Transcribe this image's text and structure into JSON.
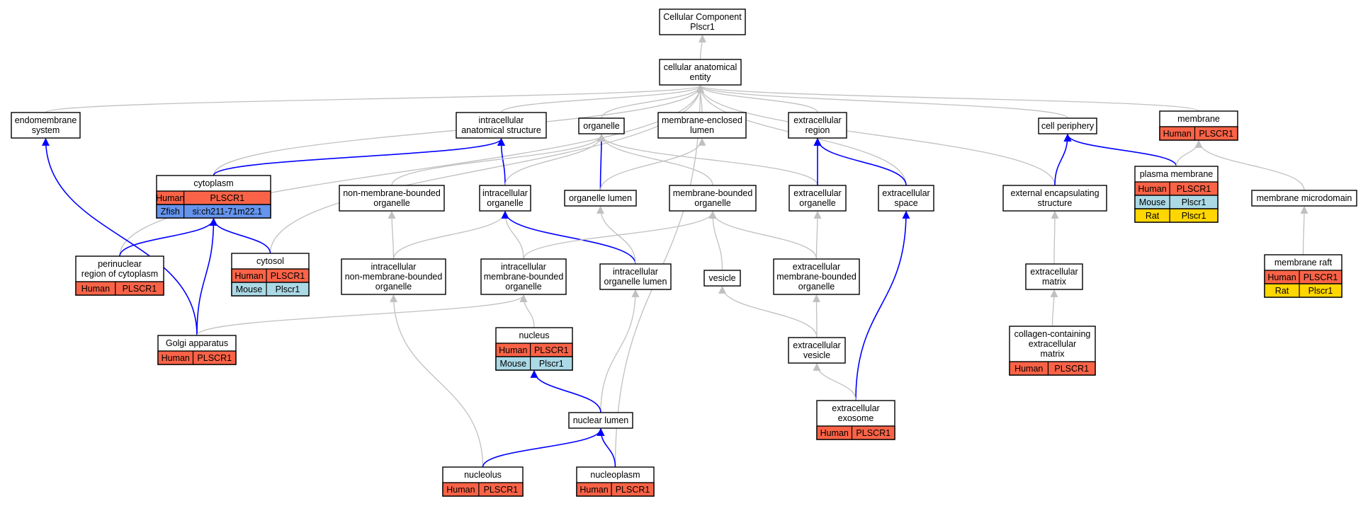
{
  "colors": {
    "human": "#fa6347",
    "mouse": "#abd9e6",
    "rat": "#ffd600",
    "zfish": "#6594ed",
    "edge_is_a": "#c0c0c0",
    "edge_part_of": "#0000ff",
    "node_border": "#000000"
  },
  "edge_types": {
    "gray": "is_a",
    "blue": "part_of"
  },
  "nodes": {
    "root": {
      "lines": [
        "Cellular Component",
        "Plscr1"
      ]
    },
    "cae": {
      "lines": [
        "cellular anatomical",
        "entity"
      ]
    },
    "endomembrane": {
      "lines": [
        "endomembrane",
        "system"
      ]
    },
    "ias": {
      "lines": [
        "intracellular",
        "anatomical structure"
      ]
    },
    "organelle": {
      "lines": [
        "organelle"
      ]
    },
    "mel": {
      "lines": [
        "membrane-enclosed",
        "lumen"
      ]
    },
    "ecr": {
      "lines": [
        "extracellular",
        "region"
      ]
    },
    "cellperiph": {
      "lines": [
        "cell periphery"
      ]
    },
    "membrane": {
      "lines": [
        "membrane"
      ],
      "rows": [
        [
          "Human",
          "PLSCR1"
        ]
      ]
    },
    "cytoplasm": {
      "lines": [
        "cytoplasm"
      ],
      "rows": [
        [
          "Human",
          "PLSCR1"
        ],
        [
          "Zfish",
          "si:ch211-71m22.1"
        ]
      ]
    },
    "nmbo": {
      "lines": [
        "non-membrane-bounded",
        "organelle"
      ]
    },
    "ico": {
      "lines": [
        "intracellular",
        "organelle"
      ]
    },
    "olumen": {
      "lines": [
        "organelle lumen"
      ]
    },
    "mbo": {
      "lines": [
        "membrane-bounded",
        "organelle"
      ]
    },
    "eco": {
      "lines": [
        "extracellular",
        "organelle"
      ]
    },
    "ecspace": {
      "lines": [
        "extracellular",
        "space"
      ]
    },
    "ees": {
      "lines": [
        "external encapsulating",
        "structure"
      ]
    },
    "pm": {
      "lines": [
        "plasma membrane"
      ],
      "rows": [
        [
          "Human",
          "PLSCR1"
        ],
        [
          "Mouse",
          "Plscr1"
        ],
        [
          "Rat",
          "Plscr1"
        ]
      ]
    },
    "mmd": {
      "lines": [
        "membrane microdomain"
      ]
    },
    "perinuc": {
      "lines": [
        "perinuclear",
        "region of cytoplasm"
      ],
      "rows": [
        [
          "Human",
          "PLSCR1"
        ]
      ]
    },
    "cytosol": {
      "lines": [
        "cytosol"
      ],
      "rows": [
        [
          "Human",
          "PLSCR1"
        ],
        [
          "Mouse",
          "Plscr1"
        ]
      ]
    },
    "inmbo": {
      "lines": [
        "intracellular",
        "non-membrane-bounded",
        "organelle"
      ]
    },
    "imbo": {
      "lines": [
        "intracellular",
        "membrane-bounded",
        "organelle"
      ]
    },
    "iol": {
      "lines": [
        "intracellular",
        "organelle lumen"
      ]
    },
    "vesicle": {
      "lines": [
        "vesicle"
      ]
    },
    "ecmbo": {
      "lines": [
        "extracellular",
        "membrane-bounded",
        "organelle"
      ]
    },
    "ecm": {
      "lines": [
        "extracellular",
        "matrix"
      ]
    },
    "raft": {
      "lines": [
        "membrane raft"
      ],
      "rows": [
        [
          "Human",
          "PLSCR1"
        ],
        [
          "Rat",
          "Plscr1"
        ]
      ]
    },
    "golgi": {
      "lines": [
        "Golgi apparatus"
      ],
      "rows": [
        [
          "Human",
          "PLSCR1"
        ]
      ]
    },
    "nucleus": {
      "lines": [
        "nucleus"
      ],
      "rows": [
        [
          "Human",
          "PLSCR1"
        ],
        [
          "Mouse",
          "Plscr1"
        ]
      ]
    },
    "ecves": {
      "lines": [
        "extracellular",
        "vesicle"
      ]
    },
    "collagen": {
      "lines": [
        "collagen-containing",
        "extracellular",
        "matrix"
      ],
      "rows": [
        [
          "Human",
          "PLSCR1"
        ]
      ]
    },
    "nuclumen": {
      "lines": [
        "nuclear lumen"
      ]
    },
    "exosome": {
      "lines": [
        "extracellular",
        "exosome"
      ],
      "rows": [
        [
          "Human",
          "PLSCR1"
        ]
      ]
    },
    "nucleolus": {
      "lines": [
        "nucleolus"
      ],
      "rows": [
        [
          "Human",
          "PLSCR1"
        ]
      ]
    },
    "nucleoplasm": {
      "lines": [
        "nucleoplasm"
      ],
      "rows": [
        [
          "Human",
          "PLSCR1"
        ]
      ]
    }
  },
  "edges": [
    {
      "from": "cae",
      "to": "root",
      "type": "gray"
    },
    {
      "from": "endomembrane",
      "to": "cae",
      "type": "gray"
    },
    {
      "from": "ias",
      "to": "cae",
      "type": "gray"
    },
    {
      "from": "organelle",
      "to": "cae",
      "type": "gray"
    },
    {
      "from": "mel",
      "to": "cae",
      "type": "gray"
    },
    {
      "from": "ecr",
      "to": "cae",
      "type": "gray"
    },
    {
      "from": "cellperiph",
      "to": "cae",
      "type": "gray"
    },
    {
      "from": "membrane",
      "to": "cae",
      "type": "gray"
    },
    {
      "from": "cytoplasm",
      "to": "cae",
      "type": "gray"
    },
    {
      "from": "perinuc",
      "to": "cae",
      "type": "gray"
    },
    {
      "from": "cytosol",
      "to": "cae",
      "type": "gray"
    },
    {
      "from": "ecspace",
      "to": "cae",
      "type": "gray"
    },
    {
      "from": "ees",
      "to": "cae",
      "type": "gray"
    },
    {
      "from": "nucleoplasm",
      "to": "cae",
      "type": "gray"
    },
    {
      "from": "cytoplasm",
      "to": "ias",
      "type": "blue"
    },
    {
      "from": "ico",
      "to": "ias",
      "type": "blue"
    },
    {
      "from": "nmbo",
      "to": "organelle",
      "type": "gray"
    },
    {
      "from": "ico",
      "to": "organelle",
      "type": "gray"
    },
    {
      "from": "olumen",
      "to": "organelle",
      "type": "blue"
    },
    {
      "from": "mbo",
      "to": "organelle",
      "type": "gray"
    },
    {
      "from": "eco",
      "to": "organelle",
      "type": "gray"
    },
    {
      "from": "olumen",
      "to": "mel",
      "type": "gray"
    },
    {
      "from": "eco",
      "to": "ecr",
      "type": "blue"
    },
    {
      "from": "ecspace",
      "to": "ecr",
      "type": "blue"
    },
    {
      "from": "ees",
      "to": "cellperiph",
      "type": "blue"
    },
    {
      "from": "pm",
      "to": "cellperiph",
      "type": "blue"
    },
    {
      "from": "pm",
      "to": "membrane",
      "type": "gray"
    },
    {
      "from": "mmd",
      "to": "membrane",
      "type": "gray"
    },
    {
      "from": "perinuc",
      "to": "cytoplasm",
      "type": "blue"
    },
    {
      "from": "cytosol",
      "to": "cytoplasm",
      "type": "blue"
    },
    {
      "from": "golgi",
      "to": "cytoplasm",
      "type": "blue"
    },
    {
      "from": "golgi",
      "to": "endomembrane",
      "type": "blue"
    },
    {
      "from": "inmbo",
      "to": "nmbo",
      "type": "gray"
    },
    {
      "from": "inmbo",
      "to": "ico",
      "type": "gray"
    },
    {
      "from": "imbo",
      "to": "ico",
      "type": "gray"
    },
    {
      "from": "iol",
      "to": "ico",
      "type": "blue"
    },
    {
      "from": "iol",
      "to": "olumen",
      "type": "gray"
    },
    {
      "from": "imbo",
      "to": "mbo",
      "type": "gray"
    },
    {
      "from": "vesicle",
      "to": "mbo",
      "type": "gray"
    },
    {
      "from": "ecmbo",
      "to": "mbo",
      "type": "gray"
    },
    {
      "from": "ecmbo",
      "to": "eco",
      "type": "gray"
    },
    {
      "from": "exosome",
      "to": "ecspace",
      "type": "blue"
    },
    {
      "from": "ecm",
      "to": "ees",
      "type": "gray"
    },
    {
      "from": "raft",
      "to": "mmd",
      "type": "gray"
    },
    {
      "from": "golgi",
      "to": "imbo",
      "type": "gray"
    },
    {
      "from": "nucleus",
      "to": "imbo",
      "type": "gray"
    },
    {
      "from": "nucleolus",
      "to": "inmbo",
      "type": "gray"
    },
    {
      "from": "nuclumen",
      "to": "iol",
      "type": "gray"
    },
    {
      "from": "ecves",
      "to": "vesicle",
      "type": "gray"
    },
    {
      "from": "ecves",
      "to": "ecmbo",
      "type": "gray"
    },
    {
      "from": "exosome",
      "to": "ecves",
      "type": "gray"
    },
    {
      "from": "collagen",
      "to": "ecm",
      "type": "gray"
    },
    {
      "from": "nuclumen",
      "to": "nucleus",
      "type": "blue"
    },
    {
      "from": "nucleolus",
      "to": "nuclumen",
      "type": "blue"
    },
    {
      "from": "nucleoplasm",
      "to": "nuclumen",
      "type": "blue"
    }
  ]
}
